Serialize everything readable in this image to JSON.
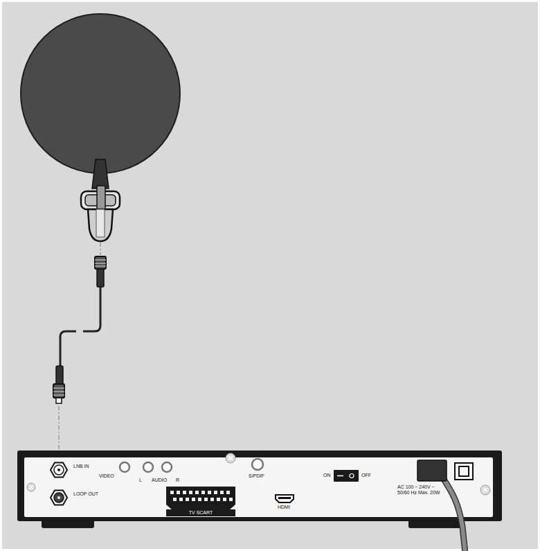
{
  "diagram": {
    "labels": [
      "LNB IN",
      "LOOP OUT",
      "VIDEO",
      "L",
      "AUDIO",
      "R",
      "S/PDIF",
      "TV SCART",
      "HDMI",
      "ON",
      "OFF",
      "AC 100 ~ 240V ~ 50/60 Hz Max. 20W"
    ]
  }
}
